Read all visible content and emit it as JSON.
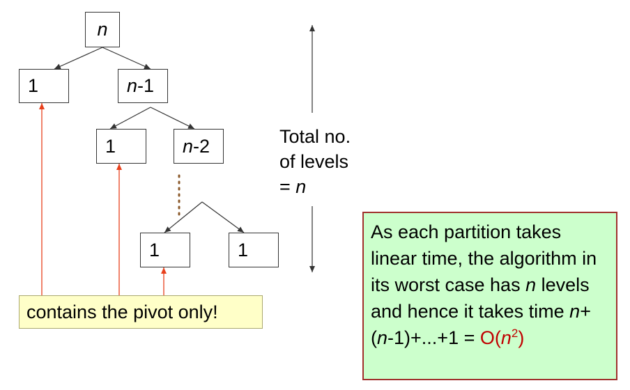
{
  "tree": {
    "root": {
      "label": "n"
    },
    "level1": {
      "left": "1",
      "right_var": "n",
      "right_suffix": "-1"
    },
    "level2": {
      "left": "1",
      "right_var": "n",
      "right_suffix": "-2"
    },
    "level_last": {
      "left": "1",
      "right": "1"
    }
  },
  "levels_note": {
    "line1": "Total no.",
    "line2": "of levels",
    "line3_prefix": "= ",
    "line3_var": "n"
  },
  "pivot_note": "contains the pivot only!",
  "explanation": {
    "text1": "As each partition takes linear time, the algorithm in its worst case has ",
    "var_n": "n",
    "text2": " levels and hence it takes time ",
    "sum_n1": "n",
    "sum_plus_open": "+(",
    "sum_n2": "n",
    "sum_rest": "-1)+...+1 = ",
    "big_o_prefix": "O(",
    "big_o_var": "n",
    "big_o_exp": "2",
    "big_o_close": ")"
  },
  "colors": {
    "pivot_arrow": "#e8401c",
    "dots": "#8b5a2b",
    "explain_bg": "#ccffcc",
    "explain_border": "#a0302c",
    "note_bg": "#ffffc8",
    "big_o": "#c00000"
  }
}
